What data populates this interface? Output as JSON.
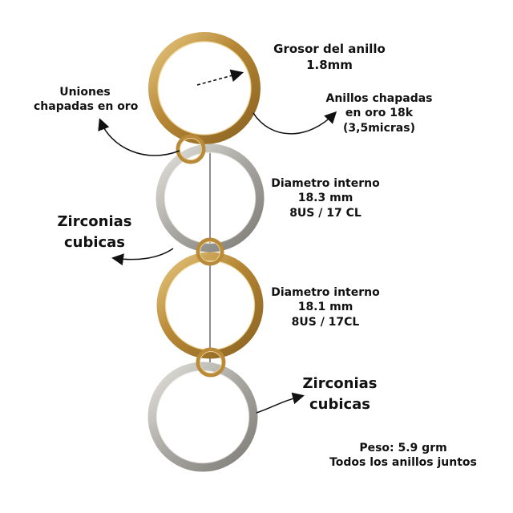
{
  "annotations": {
    "thickness": {
      "line1": "Grosor del anillo",
      "line2": "1.8mm"
    },
    "joins": {
      "line1": "Uniones",
      "line2": "chapadas en oro"
    },
    "plated": {
      "line1": "Anillos chapadas",
      "line2": "en oro 18k",
      "line3": "(3,5micras)"
    },
    "diameter_1": {
      "line1": "Diametro interno",
      "line2": "18.3 mm",
      "line3": "8US / 17 CL"
    },
    "zirconia_1": {
      "line1": "Zirconias",
      "line2": "cubicas"
    },
    "diameter_2": {
      "line1": "Diametro interno",
      "line2": "18.1 mm",
      "line3": "8US / 17CL"
    },
    "zirconia_2": {
      "line1": "Zirconias",
      "line2": "cubicas"
    },
    "weight": {
      "line1": "Peso: 5.9 grm",
      "line2": "Todos los anillos juntos"
    }
  },
  "colors": {
    "gold": "#b88a3a",
    "gold_light": "#d8b56c",
    "silver": "#a9a7a2",
    "silver_light": "#d7d5d0",
    "text": "#111111"
  }
}
